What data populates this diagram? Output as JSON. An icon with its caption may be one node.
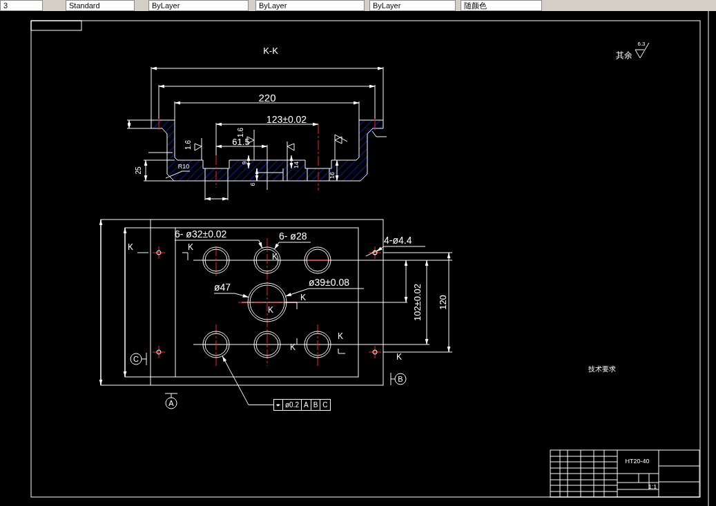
{
  "diagram": {
    "nodes": [
      {
        "text": [
          "6- ø32±0.02"
        ]
      },
      {
        "text": [
          "6- ø28"
        ]
      },
      {
        "text": [
          "ø47"
        ]
      },
      {
        "text": [
          "ø39±0.08"
        ]
      },
      {
        "text": [
          "4-ø4.4"
        ]
      },
      {
        "text": [
          "⌖",
          "ø0.2",
          "A",
          "B",
          "C"
        ]
      },
      {
        "text": [],
        "shape": "circle"
      },
      {
        "text": [],
        "shape": "circle"
      },
      {
        "text": [],
        "shape": "circle"
      },
      {
        "text": [],
        "shape": "circle"
      }
    ],
    "edges": [
      {
        "from": 0,
        "to": 6,
        "arrow": "to"
      },
      {
        "from": 1,
        "to": 6,
        "arrow": "to"
      },
      {
        "from": 2,
        "to": 7,
        "arrow": "to"
      },
      {
        "from": 3,
        "to": 7,
        "arrow": "to"
      },
      {
        "from": 4,
        "to": 8,
        "arrow": "to"
      },
      {
        "from": 5,
        "to": 9,
        "arrow": "to"
      }
    ],
    "labels": [
      "3",
      "Standard",
      "ByLayer",
      "ByLayer",
      "ByLayer",
      "随颜色",
      "K-K",
      "其余",
      "6.3",
      "220",
      "123±0.02",
      "1.6",
      "1.6",
      "61.5",
      "R10",
      "25",
      "9",
      "14",
      "16",
      "6",
      "K",
      "K",
      "K",
      "K",
      "K",
      "K",
      "K",
      "K",
      "102±0.02",
      "120",
      "C",
      "B",
      "A",
      "技术要求",
      "HT20-40",
      "1:1"
    ]
  }
}
